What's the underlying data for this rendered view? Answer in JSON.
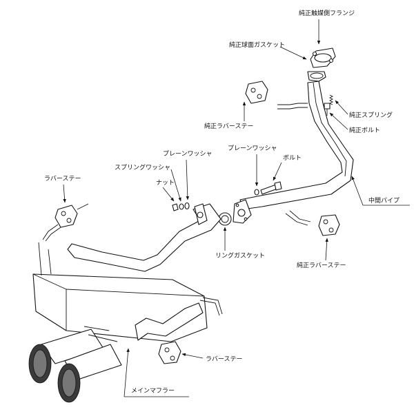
{
  "labels": {
    "flange": "純正触媒側フランジ",
    "sphere_gasket": "純正球面ガスケット",
    "spring": "純正スプリング",
    "bolt_oem": "純正ボルト",
    "rubber_stay_oem_top": "純正ラバーステー",
    "plain_washer_left": "プレーンワッシャ",
    "plain_washer_right": "プレーンワッシャ",
    "spring_washer": "スプリングワッシャ",
    "bolt": "ボルト",
    "nut": "ナット",
    "rubber_stay_left": "ラバーステー",
    "center_pipe": "中間パイプ",
    "ring_gasket": "リングガスケット",
    "rubber_stay_oem_right": "純正ラバーステー",
    "rubber_stay_bottom": "ラバーステー",
    "main_muffler": "メインマフラー"
  }
}
